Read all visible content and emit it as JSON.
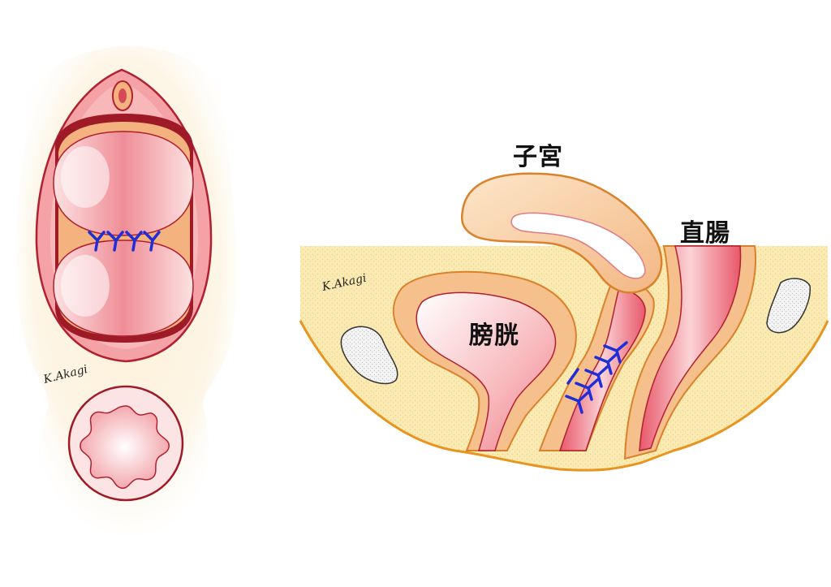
{
  "labels": {
    "uterus": "子宮",
    "rectum": "直腸",
    "bladder": "膀胱"
  },
  "signature": "K.Akagi",
  "colors": {
    "background_skin": "#fdf3e0",
    "pelvis_fill": "#fbe9b0",
    "pelvis_outline": "#e8951f",
    "mucosa_pink": "#f29aa1",
    "mucosa_light": "#fde2e3",
    "organ_wall": "#f6c08c",
    "organ_outline": "#d9822b",
    "deep_red": "#a81d2b",
    "suture_blue": "#1f2ed6"
  }
}
